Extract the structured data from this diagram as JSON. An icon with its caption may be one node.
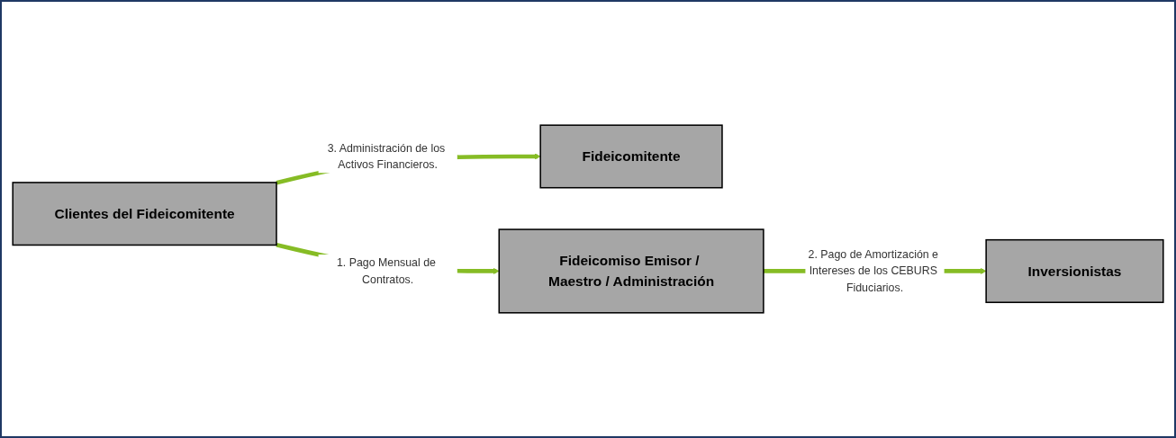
{
  "diagram": {
    "nodes": [
      {
        "text": [
          "Fideicomitente"
        ]
      },
      {
        "text": [
          "Fideicomiso Emisor / Maestro / Administración"
        ]
      },
      {
        "text": [
          "Clientes del Fideicomitente"
        ]
      },
      {
        "text": [
          "Inversionistas"
        ]
      }
    ],
    "edges": [
      {
        "from": 2,
        "to": 1,
        "arrow": "to",
        "label": "1. Pago Mensual de Contratos.",
        "color": "#86bc25"
      },
      {
        "from": 1,
        "to": 3,
        "arrow": "to",
        "label": "2. Pago de Amortización e Intereses de los CEBURS Fiduciarios.",
        "color": "#86bc25"
      },
      {
        "from": 2,
        "to": 0,
        "arrow": "to",
        "label": "3. Administración de los Activos Financieros.",
        "color": "#86bc25"
      }
    ]
  }
}
